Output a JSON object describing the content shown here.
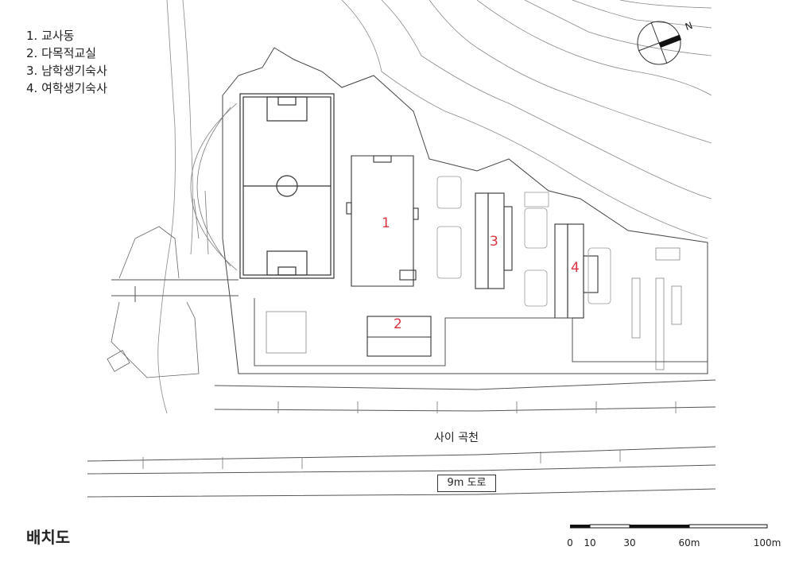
{
  "legend": {
    "items": [
      "1. 교사동",
      "2. 다목적교실",
      "3. 남학생기숙사",
      "4. 여학생기숙사"
    ]
  },
  "title": "배치도",
  "labels": {
    "river": "사이 곡천",
    "road": "9m 도로",
    "north": "N"
  },
  "buildings": {
    "b1": "1",
    "b2": "2",
    "b3": "3",
    "b4": "4"
  },
  "scale": {
    "ticks": [
      "0",
      "10",
      "30",
      "60m",
      "100m"
    ]
  },
  "colors": {
    "line": "#555555",
    "building_number": "#d9343f"
  }
}
